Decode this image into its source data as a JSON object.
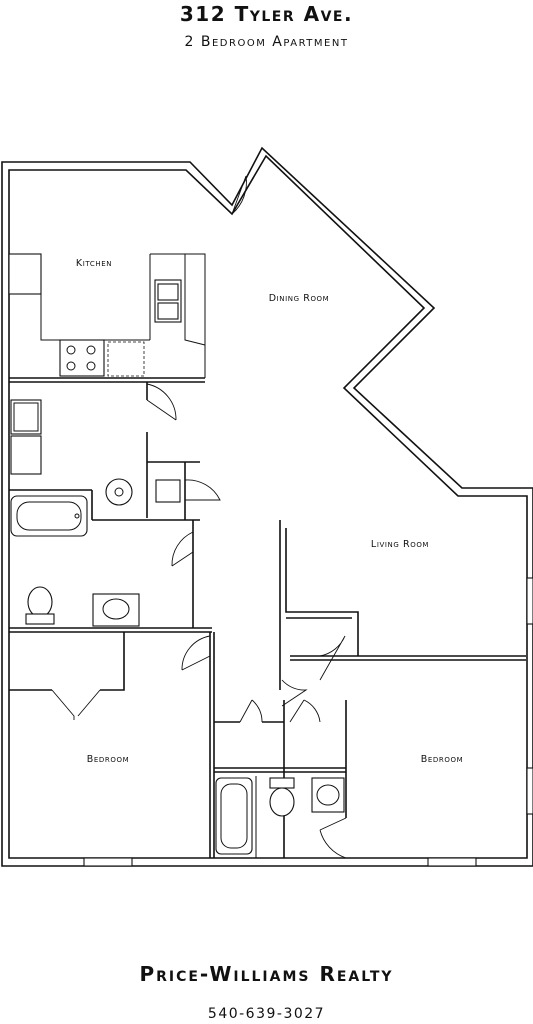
{
  "header": {
    "address": "312 Tyler Ave.",
    "subtitle": "2 Bedroom Apartment"
  },
  "rooms": {
    "kitchen": "Kitchen",
    "dining_room": "Dining Room",
    "living_room": "Living Room",
    "bedroom_left": "Bedroom",
    "bedroom_right": "Bedroom"
  },
  "footer": {
    "company": "Price-Williams Realty",
    "phone": "540-639-3027"
  }
}
